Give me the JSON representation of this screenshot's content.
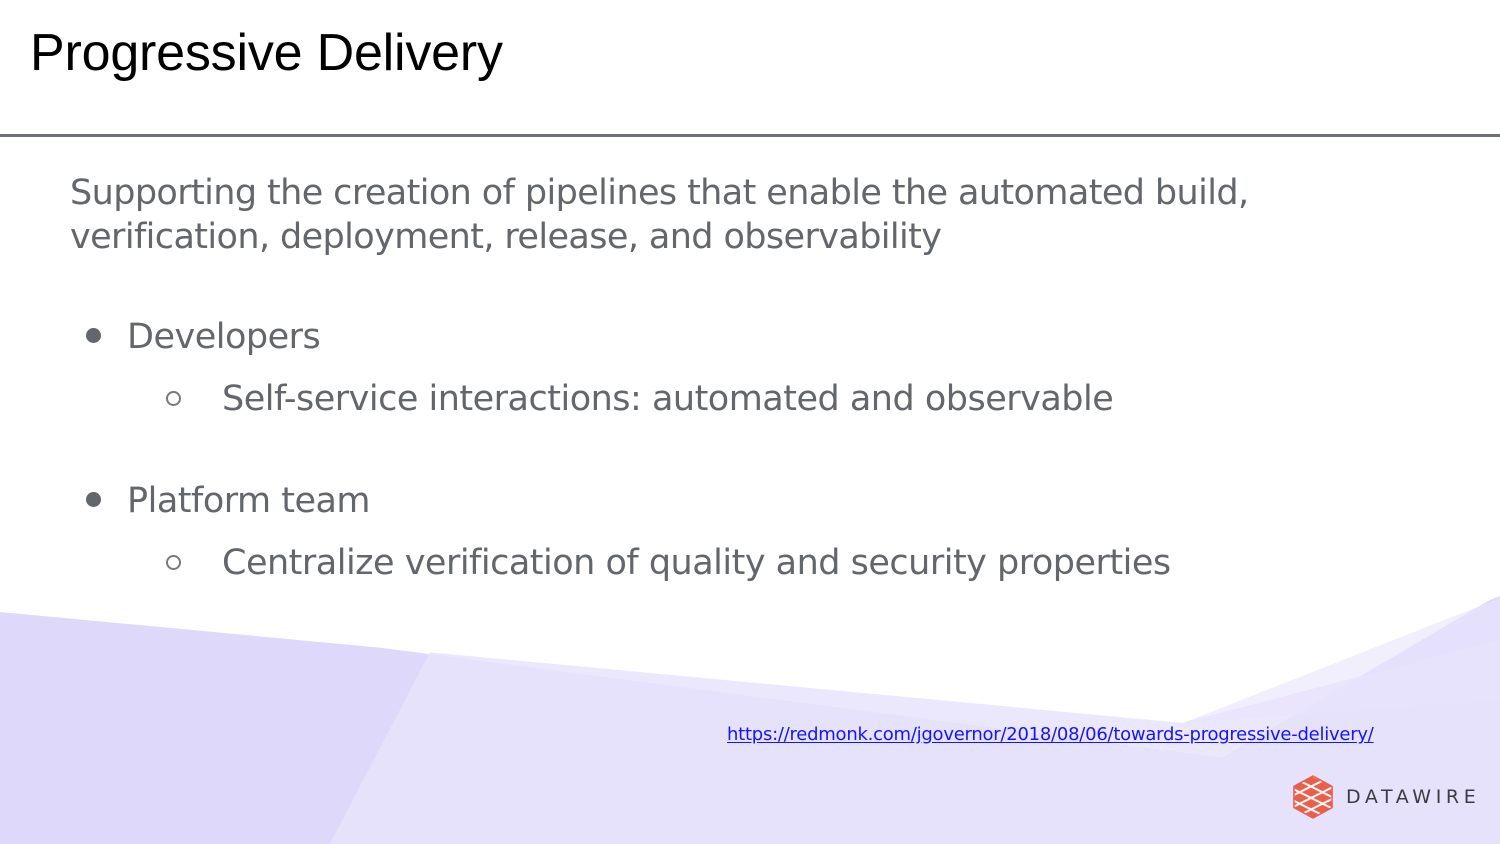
{
  "slide": {
    "title": "Progressive Delivery",
    "lead": "Supporting the creation of pipelines that enable the automated build, verification, deployment, release, and observability",
    "bullet_groups": [
      {
        "marker": "filled-disc",
        "label": "Developers",
        "subitems": [
          {
            "marker": "hollow-circle",
            "label": "Self-service interactions: automated and observable"
          }
        ]
      },
      {
        "marker": "filled-disc",
        "label": "Platform team",
        "subitems": [
          {
            "marker": "hollow-circle",
            "label": "Centralize verification of quality and security properties"
          }
        ]
      }
    ],
    "source_link": "https://redmonk.com/jgovernor/2018/08/06/towards-progressive-delivery/",
    "logo": {
      "wordmark": "DATAWIRE",
      "mark_name": "datawire-hex-logo"
    },
    "colors": {
      "title_text": "#000000",
      "body_text": "#63666a",
      "rule": "#6d7175",
      "link": "#1414ff",
      "lavender_band": "#ded9fa",
      "lavender_band_light": "#e7e3fb",
      "logo_mark": "#e8604c",
      "logo_word": "#3b3b46",
      "background": "#ffffff"
    }
  }
}
